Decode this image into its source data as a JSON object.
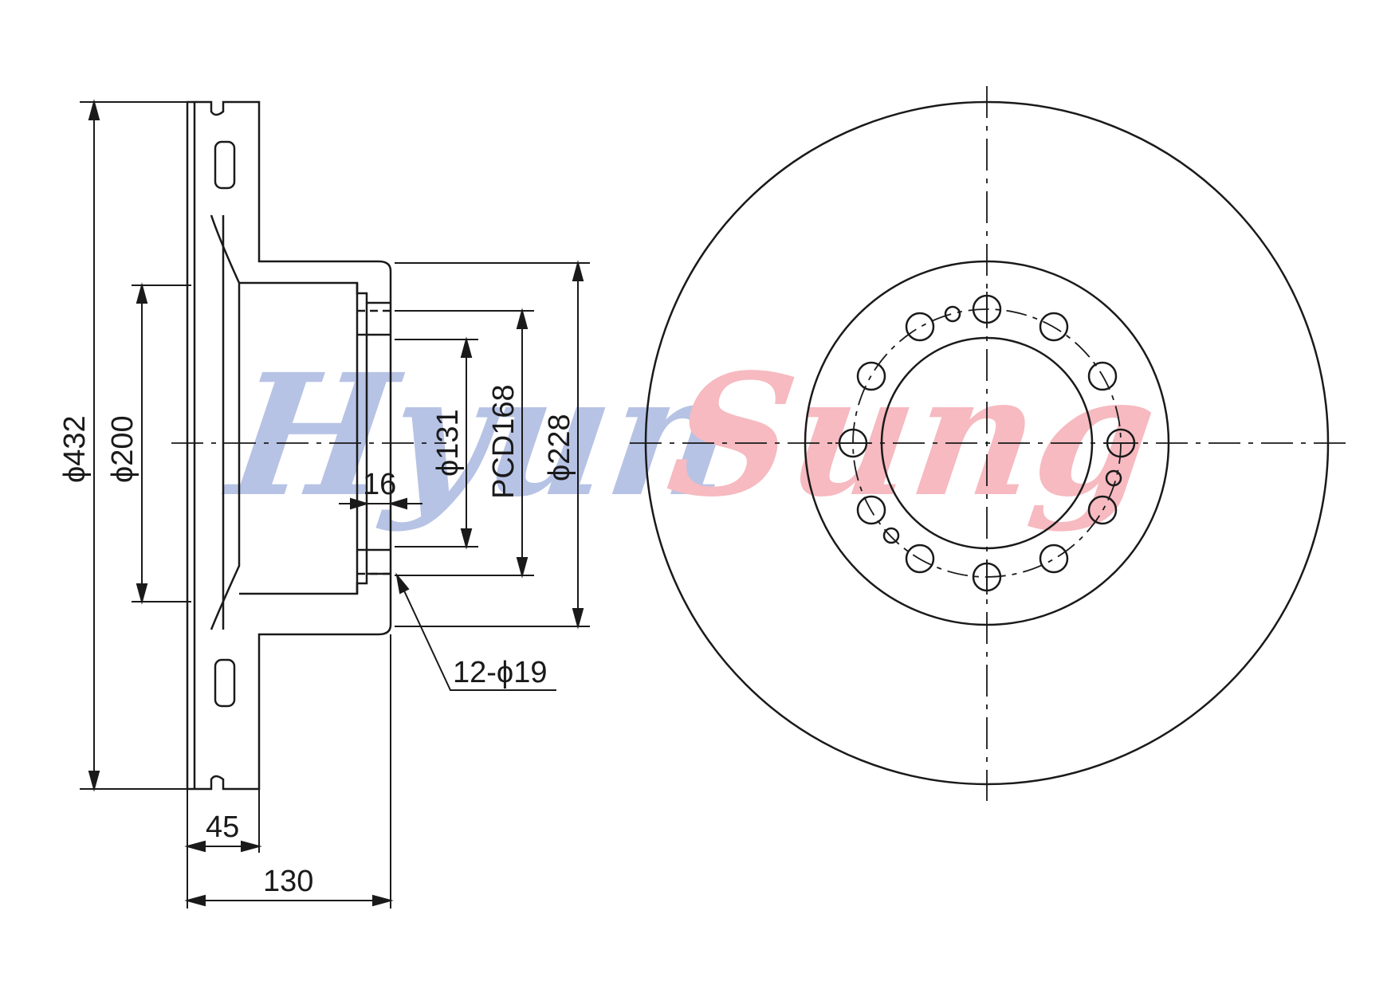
{
  "watermark": {
    "part1": "Hyun",
    "part2": "Sung",
    "color1": "#9fb0dd",
    "color2": "#f3a3ab"
  },
  "dimensions": {
    "outer_diameter": "ϕ432",
    "bore_diameter": "ϕ200",
    "pilot_diameter": "ϕ131",
    "pcd": "PCD168",
    "hub_diameter": "ϕ228",
    "flange_thickness": "16",
    "disc_thickness": "45",
    "overall_height": "130",
    "bolt_holes": "12-ϕ19"
  },
  "colors": {
    "line": "#1a1a1a"
  }
}
